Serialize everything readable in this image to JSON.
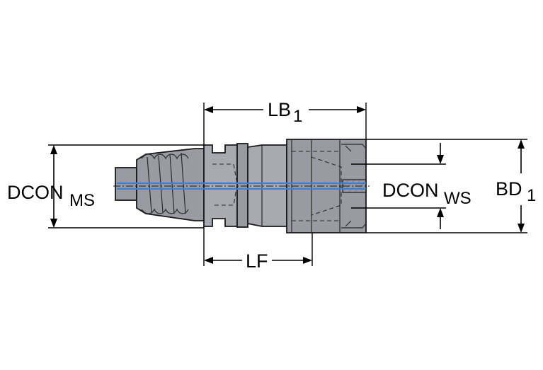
{
  "labels": {
    "dcon_ms_main": "DCON",
    "dcon_ms_sub": "MS",
    "dcon_ws_main": "DCON",
    "dcon_ws_sub": "WS",
    "bd_main": "BD",
    "bd_sub": "1",
    "lb_main": "LB",
    "lb_sub": "1",
    "lf": "LF"
  },
  "colors": {
    "body_fill": "#9a9aa3",
    "outline": "#1a1a1a",
    "coolant_channel": "#3f7fd6",
    "dimension_lines": "#000000"
  }
}
